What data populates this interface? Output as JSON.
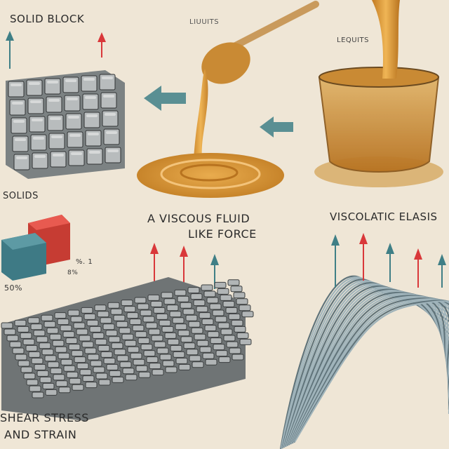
{
  "labels": {
    "solid_block": "SOLID BLOCK",
    "liquids_top": "LIUUITS",
    "liquids_right": "LEQUITS",
    "solids": "SOLIDS",
    "viscous_line1": "A VISCOUS FLUID",
    "viscous_line2": "LIKE FORCE",
    "viscoelastic": "VISCOLATIC ELASIS",
    "percent_1": "%. 1",
    "percent_2": "8%",
    "percent_3": "50%",
    "shear_line1": "SHEAR STRESS",
    "shear_line2": "AND STRAIN"
  },
  "colors": {
    "background": "#efe6d6",
    "honey": "#d99a3a",
    "honey_dark": "#b8731f",
    "arrow_teal": "#3f7f86",
    "arrow_red": "#d9383a",
    "block_gray": "#9ea3a4",
    "fibers": "#8fa3ab"
  },
  "icons": [
    "up-arrow-icon",
    "left-arrow-icon"
  ]
}
